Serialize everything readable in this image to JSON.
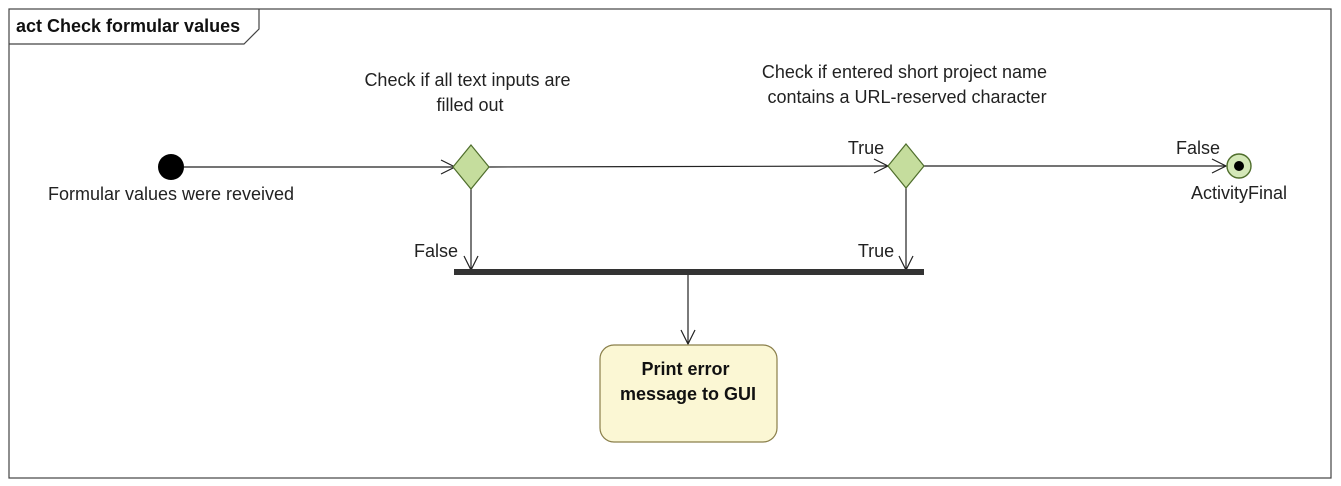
{
  "frame": {
    "title": "act Check formular values"
  },
  "nodes": {
    "initial": {
      "label": "Formular values were reveived"
    },
    "decision_inputs": {
      "label_lines": [
        "Check if all text inputs are",
        "filled out"
      ]
    },
    "decision_reserved": {
      "label_lines": [
        "Check if entered short project name",
        "contains a URL-reserved character"
      ]
    },
    "final": {
      "label": "ActivityFinal"
    },
    "action": {
      "label_lines": [
        "Print error",
        "message to GUI"
      ]
    }
  },
  "edges": {
    "inputs_to_reserved": {
      "guard": "True"
    },
    "reserved_to_final": {
      "guard": "False"
    },
    "inputs_to_join": {
      "guard": "False"
    },
    "reserved_to_join": {
      "guard": "True"
    }
  },
  "colors": {
    "decision_fill": "#c5dd9d",
    "decision_stroke": "#4f6e2c",
    "action_fill": "#fbf7d4",
    "action_stroke": "#8a7f4a",
    "final_fill": "#d4e8b8",
    "bar": "#333333",
    "frame_stroke": "#444444"
  }
}
